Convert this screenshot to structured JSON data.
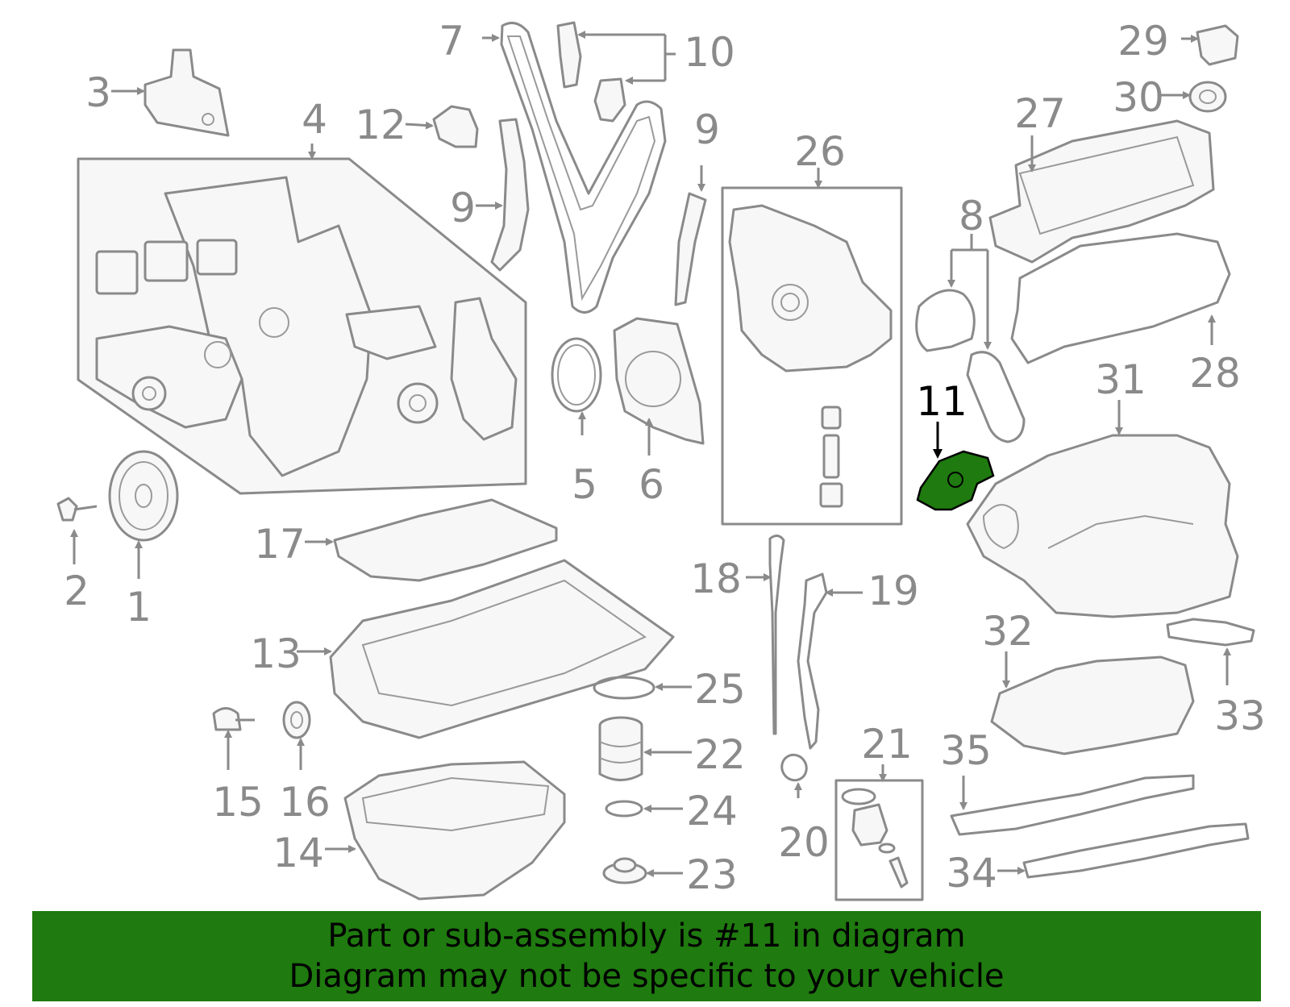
{
  "colors": {
    "line": "#8a8a8a",
    "label": "#8a8a8a",
    "highlight_fill": "#1f7a0f",
    "highlight_label": "#000000",
    "banner": "#1f7a0f",
    "background": "#ffffff"
  },
  "highlighted_part": "11",
  "callouts": [
    {
      "id": "1",
      "text": "1"
    },
    {
      "id": "2",
      "text": "2"
    },
    {
      "id": "3",
      "text": "3"
    },
    {
      "id": "4",
      "text": "4"
    },
    {
      "id": "5",
      "text": "5"
    },
    {
      "id": "6",
      "text": "6"
    },
    {
      "id": "7",
      "text": "7"
    },
    {
      "id": "8",
      "text": "8"
    },
    {
      "id": "9a",
      "text": "9"
    },
    {
      "id": "9b",
      "text": "9"
    },
    {
      "id": "10",
      "text": "10"
    },
    {
      "id": "11",
      "text": "11"
    },
    {
      "id": "12",
      "text": "12"
    },
    {
      "id": "13",
      "text": "13"
    },
    {
      "id": "14",
      "text": "14"
    },
    {
      "id": "15",
      "text": "15"
    },
    {
      "id": "16",
      "text": "16"
    },
    {
      "id": "17",
      "text": "17"
    },
    {
      "id": "18",
      "text": "18"
    },
    {
      "id": "19",
      "text": "19"
    },
    {
      "id": "20",
      "text": "20"
    },
    {
      "id": "21",
      "text": "21"
    },
    {
      "id": "22",
      "text": "22"
    },
    {
      "id": "23",
      "text": "23"
    },
    {
      "id": "24",
      "text": "24"
    },
    {
      "id": "25",
      "text": "25"
    },
    {
      "id": "26",
      "text": "26"
    },
    {
      "id": "27",
      "text": "27"
    },
    {
      "id": "28",
      "text": "28"
    },
    {
      "id": "29",
      "text": "29"
    },
    {
      "id": "30",
      "text": "30"
    },
    {
      "id": "31",
      "text": "31"
    },
    {
      "id": "32",
      "text": "32"
    },
    {
      "id": "33",
      "text": "33"
    },
    {
      "id": "34",
      "text": "34"
    },
    {
      "id": "35",
      "text": "35"
    }
  ],
  "banner": {
    "line1": "Part or sub-assembly is #11 in diagram",
    "line2": "Diagram may not be specific to your vehicle"
  }
}
